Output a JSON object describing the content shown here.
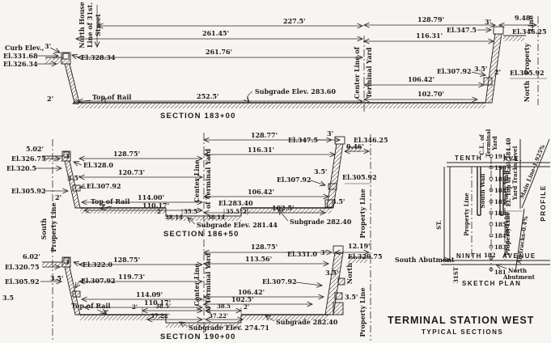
{
  "title": {
    "main": "TERMINAL STATION WEST",
    "sub": "TYPICAL SECTIONS"
  },
  "s183": {
    "name": "SECTION 183+00",
    "house1": "North House",
    "house2": "Line of 31st.",
    "house3": "Street",
    "curb": "Curb Elev.,",
    "curb_h": "3'",
    "el_curb_top": "El.331.68",
    "el_curb_bot": "El.326.34",
    "el_wall": "El.328.34",
    "d227": "227.5'",
    "d128": "128.79'",
    "d948": "9.48'",
    "d261a": "261.45'",
    "d116": "116.31'",
    "d261b": "261.76'",
    "el_r_top": "El.347.5",
    "d3r": "3'",
    "el_r_top2": "El.346.25",
    "cl1": "Center Line of",
    "cl2": "Terminal Yard",
    "top_of_rail": "Top of Rail",
    "d2l": "2'",
    "d252": "252.5'",
    "subgrade": "Subgrade Elev. 283.60",
    "el_r_bench": "El.307.92",
    "d35r": "3.5'",
    "d2r": "2'",
    "el_r_bench2": "El.305.92",
    "d106": "106.42'",
    "d10270": "102.70'",
    "r_line": "Line",
    "r_property": "Property",
    "r_north": "North"
  },
  "s186": {
    "name": "SECTION 186+50",
    "d502": "5.02'",
    "el_l1": "El.326.75",
    "d3l": "3'",
    "el_l2": "El.328.0",
    "el_l3": "El.320.5",
    "d35l": "3.5'",
    "el_l4": "El.307.92",
    "el_l5": "El.305.92",
    "d2l": "2'",
    "south": "South",
    "property_l": "Property Line",
    "d128l": "128.75'",
    "d128r": "128.77'",
    "d120": "120.73'",
    "d116": "116.31'",
    "d114": "114.00'",
    "d110": "110.17'",
    "top_of_rail": "Top of Rail",
    "cl1": "Center Line",
    "cl2": "of Terminal Yard",
    "d2a": "2'",
    "d38a": "38.14",
    "d35a": "35.5'",
    "d38b": "38.14",
    "d35b": "35.5'",
    "d2b": "2'",
    "el_c": "El.283.40",
    "d102": "102.5'",
    "subgrade_l": "Subgrade Elev. 281.44",
    "subgrade_r": "Subgrade 282.40",
    "d106": "106.42'",
    "el_r1": "El.307.92",
    "d35ra": "3.5'",
    "el_r2": "El.305.92",
    "d35rb": "3.5'",
    "el_r_top": "El.347.5",
    "d3r": "3'",
    "el_r_top2": "El.346.25",
    "d946": "9.46'",
    "property_r": "Property Line"
  },
  "s190": {
    "name": "SECTION 190+00",
    "d602": "6.02'",
    "el_l1": "El.320.75",
    "d3l": "3'",
    "el_l2": "El.322.0",
    "el_l3": "El.305.92",
    "d35l": "3.5'",
    "el_l4": "El.307.92",
    "d35wall": "3.5",
    "d128l": "128.75'",
    "d128r": "128.75'",
    "d119": "119.73'",
    "d114": "114.09'",
    "d110": "110.17'",
    "d113": "113.56'",
    "d1219": "12.19'",
    "el_r_top": "El.331.0",
    "d3r": "3'",
    "el_r_top2": "El.329.75",
    "d35ra": "3.5'",
    "el_r1": "El.307.92",
    "d106": "106.42'",
    "d102": "102.5'",
    "d35rb": "3.5'",
    "top_of_rail": "Top of Rail",
    "cl1": "Center Line",
    "cl2": "of Terminal Yard",
    "d2a": "2'",
    "d38a": "38.5'",
    "d38b": "38.5",
    "d2b": "2'",
    "d37a": "37.22'",
    "d37b": "37.22'",
    "subgrade_l": "Subgrade Elev. 274.71",
    "subgrade_r": "Subgrade 282.40",
    "north": "North",
    "property_r": "Property Line"
  },
  "plan": {
    "tenth": "TENTH",
    "ave": "AVE.",
    "ninth": "NINTH",
    "avenue": "AVENUE",
    "stations": [
      "191",
      "190",
      "189",
      "188",
      "187",
      "186",
      "185",
      "184",
      "183",
      "182",
      "181"
    ],
    "cl1": "C.L. of",
    "cl2": "Terminal",
    "cl3": "Yard",
    "south_wall": "South Wall",
    "north_wall": "North Wall",
    "property_left": "Property Line",
    "property_right": "Property Line",
    "south_abutment": "South Abutment",
    "north_abutment1": "North",
    "north_abutment2": "Abutment",
    "sketch_plan": "SKETCH PLAN",
    "street_upper": "ST.",
    "street_lower": "31ST"
  },
  "profile": {
    "el_top_rail": "El. Top of Rail-284.40",
    "yard_tracks": "Yard Tracks level",
    "main_line": "Main Line-1.925%",
    "all_tracks": "All tracks-0.4%",
    "sta": "Sta. 186+00",
    "label": "PROFILE"
  }
}
